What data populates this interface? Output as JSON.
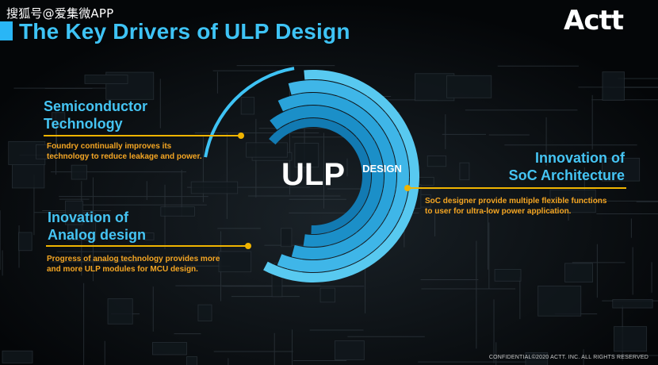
{
  "watermark": "搜狐号@爱集微APP",
  "title": "The Key Drivers of ULP Design",
  "logo": "Actt",
  "center": {
    "main": "ULP",
    "sub": "DESIGN"
  },
  "drivers": [
    {
      "heading_line1": "Semiconductor",
      "heading_line2": "Technology",
      "desc_line1": "Foundry continually improves its",
      "desc_line2": "technology to reduce leakage and power."
    },
    {
      "heading_line1": "Inovation of",
      "heading_line2": "Analog design",
      "desc_line1": "Progress of analog technology provides more",
      "desc_line2": "and more ULP modules for MCU design."
    },
    {
      "heading_line1": "Innovation of",
      "heading_line2": "SoC Architecture",
      "desc_line1": "SoC designer provide multiple flexible functions",
      "desc_line2": "to user for ultra-low power application."
    }
  ],
  "footer": "CONFIDENTIAL©2020 ACTT. INC. ALL RIGHTS RESERVED",
  "colors": {
    "accent": "#3ec3f5",
    "highlight": "#f0b400",
    "background": "#050709"
  }
}
